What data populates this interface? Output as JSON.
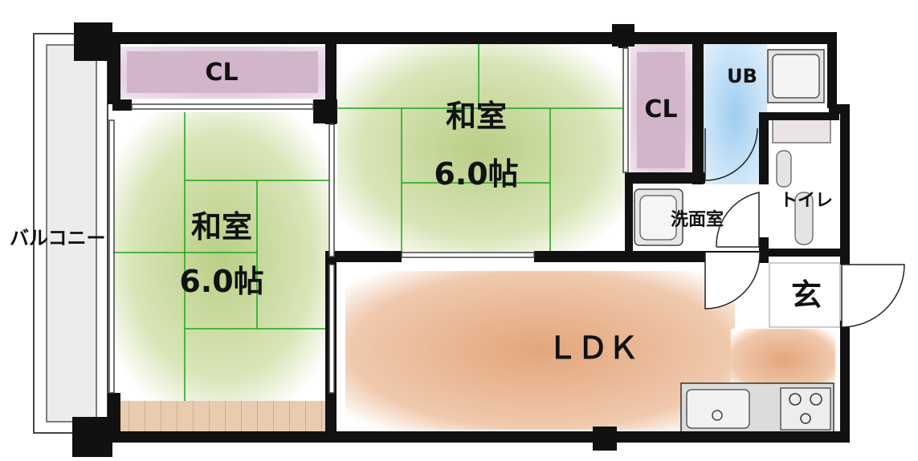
{
  "floorplan": {
    "rooms": {
      "balcony": "バルコニー",
      "washitsu_left_name": "和室",
      "washitsu_left_size": "6.0帖",
      "washitsu_right_name": "和室",
      "washitsu_right_size": "6.0帖",
      "closet_top": "CL",
      "closet_right": "CL",
      "ub": "UB",
      "washroom": "洗面室",
      "toilet": "トイレ",
      "entrance": "玄",
      "ldk": "ＬＤＫ"
    },
    "colors": {
      "tatami": "#c9d8a0",
      "tatami_lines": "#1aa51a",
      "closet": "#d6b8cf",
      "ldk_floor": "#e6b088",
      "bath": "#a9d3f2",
      "wall": "#111111",
      "wood_floor": "#e8c9a8"
    }
  }
}
